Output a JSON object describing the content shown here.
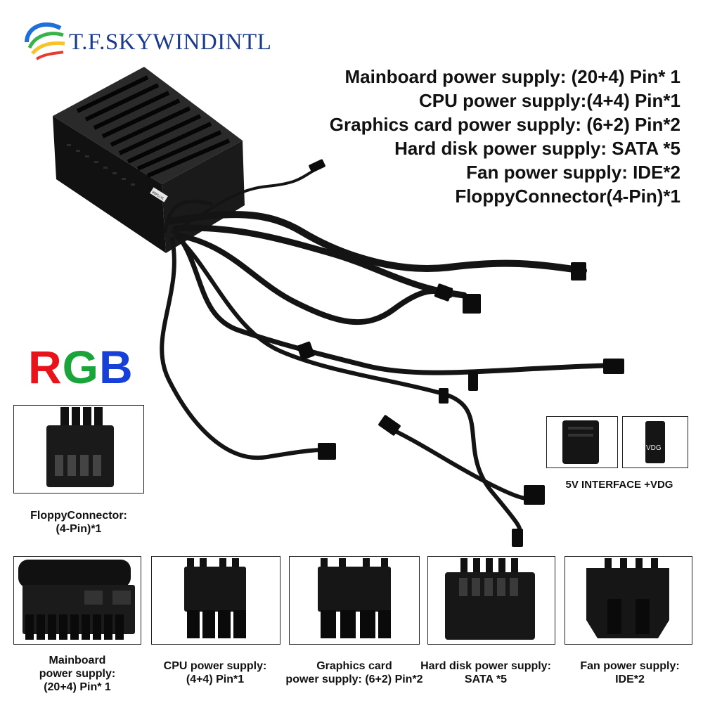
{
  "brand": {
    "name": "T.F.SKYWINDINTL",
    "color": "#1a3a8c",
    "logo_colors": [
      "#1e6fd9",
      "#36b44a",
      "#f7c326",
      "#e63b2e"
    ]
  },
  "specs": [
    "Mainboard power supply: (20+4) Pin* 1",
    "CPU power supply:(4+4) Pin*1",
    "Graphics card power supply: (6+2) Pin*2",
    "Hard disk power supply: SATA *5",
    "Fan power supply: IDE*2",
    "FloppyConnector(4-Pin)*1"
  ],
  "rgb_label": {
    "r": "R",
    "g": "G",
    "b": "B",
    "colors": [
      "#e8141c",
      "#1aa53a",
      "#1740d8"
    ]
  },
  "psu_label": "80PLUS",
  "floppy": {
    "caption_1": "FloppyConnector:",
    "caption_2": "(4-Pin)*1"
  },
  "interface": {
    "vdg_label": "VDG",
    "caption": "5V INTERFACE +VDG"
  },
  "connectors": [
    {
      "caption_1": "Mainboard",
      "caption_2": "power supply:",
      "caption_3": "(20+4) Pin* 1"
    },
    {
      "caption_1": "CPU power supply:",
      "caption_2": "(4+4) Pin*1"
    },
    {
      "caption_1": "Graphics card",
      "caption_2": "power supply: (6+2) Pin*2"
    },
    {
      "caption_1": "Hard disk power supply:",
      "caption_2": "SATA *5"
    },
    {
      "caption_1": "Fan power supply:",
      "caption_2": "IDE*2"
    }
  ]
}
